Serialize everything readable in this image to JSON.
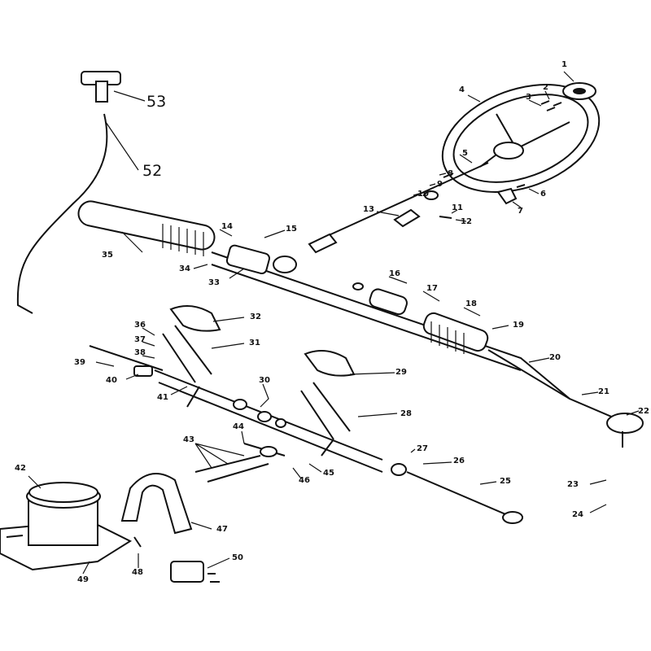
{
  "diagram": {
    "title": "Steering and brake pedal assembly parts diagram",
    "callouts": [
      "1",
      "2",
      "3",
      "4",
      "5",
      "6",
      "7",
      "8",
      "9",
      "10",
      "11",
      "12",
      "13",
      "14",
      "15",
      "16",
      "17",
      "18",
      "19",
      "20",
      "21",
      "22",
      "23",
      "24",
      "25",
      "26",
      "27",
      "28",
      "29",
      "30",
      "31",
      "32",
      "33",
      "34",
      "35",
      "36",
      "37",
      "38",
      "39",
      "40",
      "41",
      "42",
      "43",
      "44",
      "45",
      "46",
      "47",
      "48",
      "49",
      "50",
      "52",
      "53"
    ]
  }
}
